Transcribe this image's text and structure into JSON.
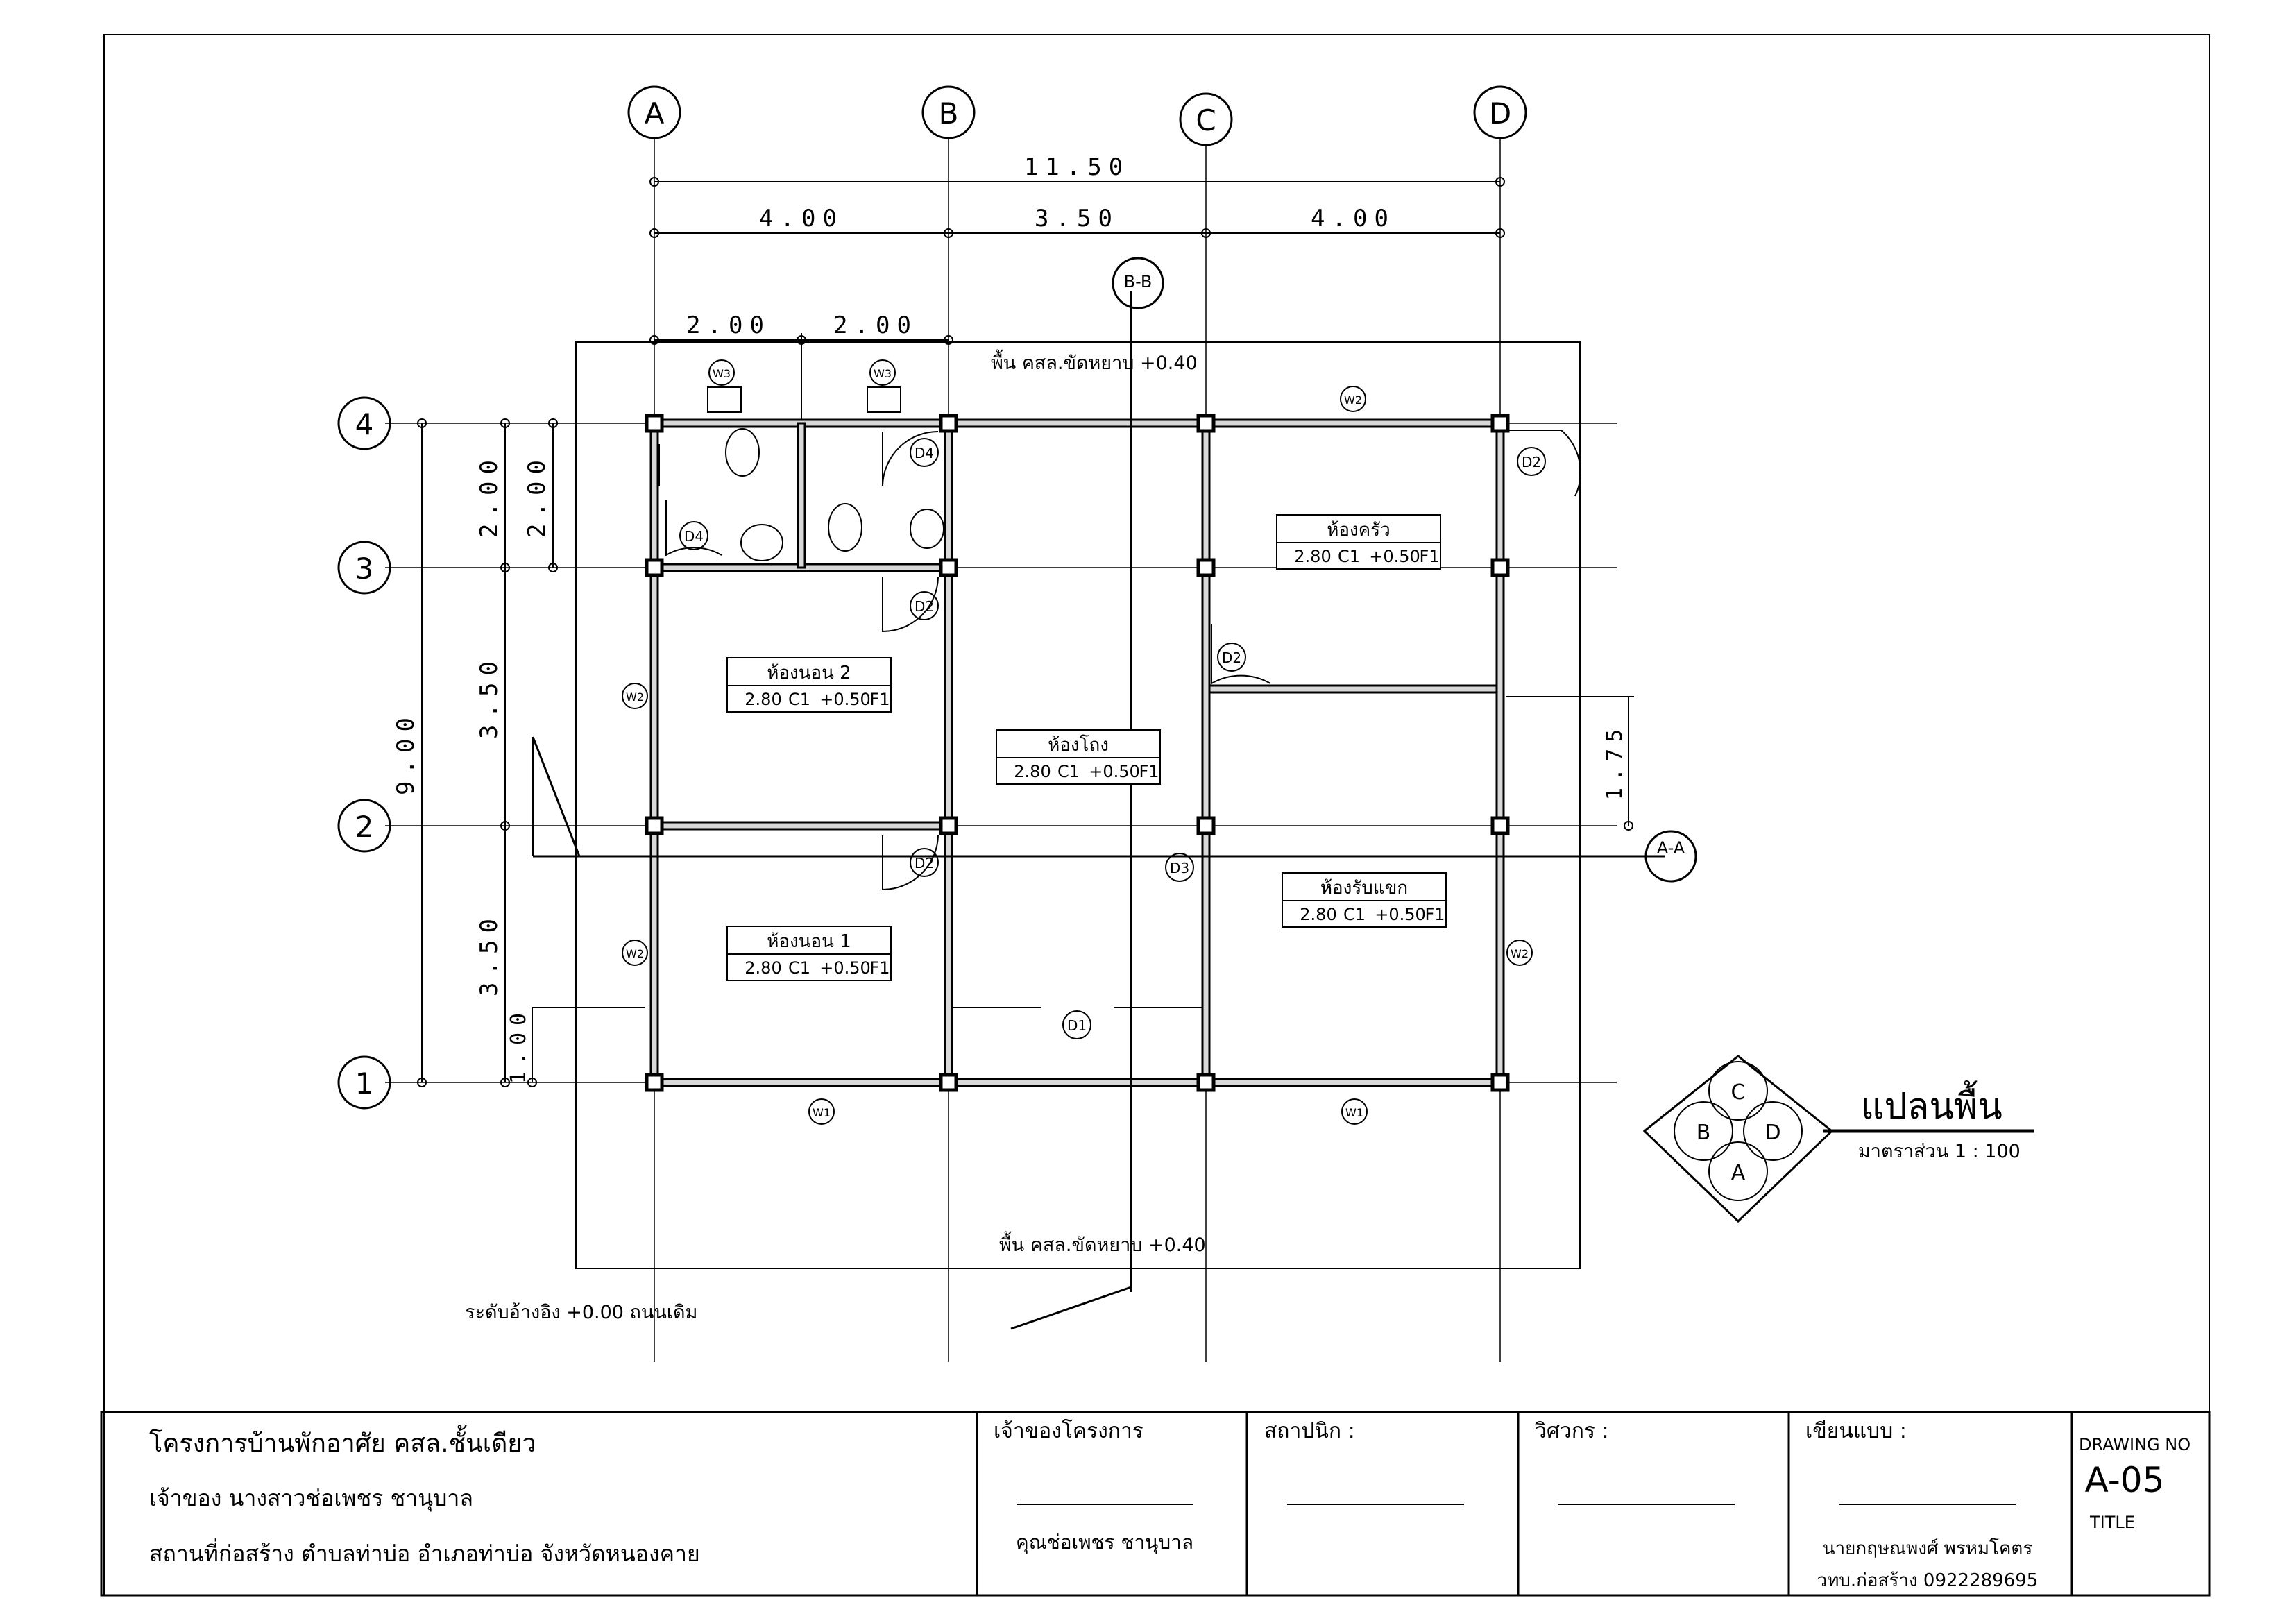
{
  "grid": {
    "columns": [
      "A",
      "B",
      "C",
      "D"
    ],
    "rows": [
      "4",
      "3",
      "2",
      "1"
    ]
  },
  "dims": {
    "total_width": "11.50",
    "bay_ab": "4.00",
    "bay_bc": "3.50",
    "bay_cd": "4.00",
    "half1": "2.00",
    "half2": "2.00",
    "total_depth": "9.00",
    "row43_a": "2.00",
    "row43_b": "2.00",
    "row32": "3.50",
    "row21": "3.50",
    "side_175": "1.75",
    "side_100": "1.00"
  },
  "annotations": {
    "floor_top": "พื้น คสล.ขัดหยาบ +0.40",
    "floor_bottom": "พื้น คสล.ขัดหยาบ +0.40",
    "datum": "ระดับอ้างอิง +0.00 ถนนเดิม",
    "section_bb": "B-B",
    "section_aa": "A-A"
  },
  "rooms": [
    {
      "name": "ห้องนอน 2",
      "height": "2.80",
      "ceiling": "C1",
      "level": "+0.50",
      "floor": "F1"
    },
    {
      "name": "ห้องโถง",
      "height": "2.80",
      "ceiling": "C1",
      "level": "+0.50",
      "floor": "F1"
    },
    {
      "name": "ห้องครัว",
      "height": "2.80",
      "ceiling": "C1",
      "level": "+0.50",
      "floor": "F1"
    },
    {
      "name": "ห้องนอน 1",
      "height": "2.80",
      "ceiling": "C1",
      "level": "+0.50",
      "floor": "F1"
    },
    {
      "name": "ห้องรับแขก",
      "height": "2.80",
      "ceiling": "C1",
      "level": "+0.50",
      "floor": "F1"
    }
  ],
  "tags": {
    "d1": "D1",
    "d2": "D2",
    "d3": "D3",
    "d4": "D4",
    "w1": "W1",
    "w2": "W2",
    "w3": "W3"
  },
  "legend": {
    "title": "แปลนพื้น",
    "scale": "มาตราส่วน  1 : 100",
    "compass": [
      "C",
      "B",
      "D",
      "A"
    ]
  },
  "title_block": {
    "project": "โครงการบ้านพักอาศัย คสล.ชั้นเดียว",
    "owner_line": "เจ้าของ  นางสาวช่อเพชร  ชานุบาล",
    "site_line": "สถานที่ก่อสร้าง   ตำบลท่าบ่อ  อำเภอท่าบ่อ จังหวัดหนองคาย",
    "owner_header": "เจ้าของโครงการ",
    "owner_sign": "คุณช่อเพชร  ชานุบาล",
    "architect_header": "สถาปนิก :",
    "engineer_header": "วิศวกร :",
    "drafter_header": "เขียนแบบ :",
    "drafter_name": "นายกฤษณพงศ์  พรหมโคตร",
    "drafter_contact": "วทบ.ก่อสร้าง 0922289695",
    "drawing_no_label": "DRAWING  NO",
    "drawing_no": "A-05",
    "title_label": "TITLE"
  }
}
